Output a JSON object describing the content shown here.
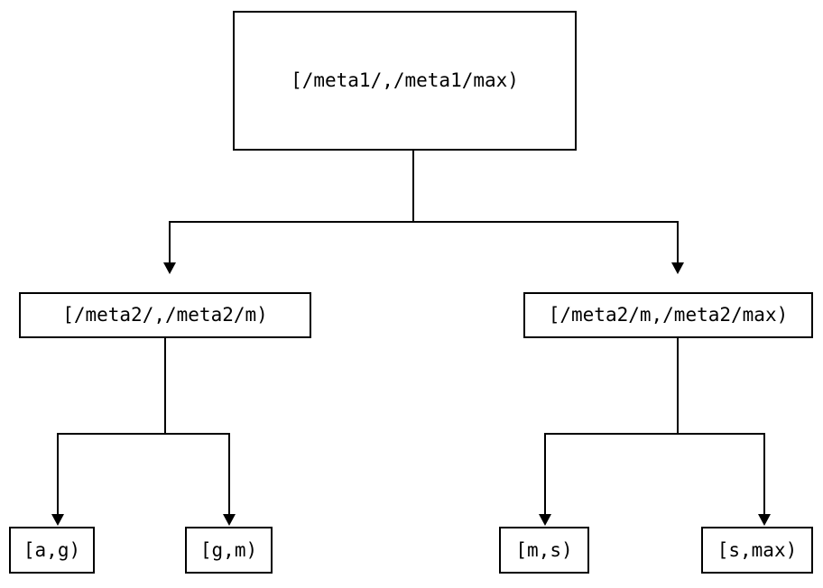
{
  "diagram": {
    "type": "binary-tree",
    "orientation": "top-down",
    "background_color": "#ffffff",
    "line_color": "#000000",
    "text_color": "#000000",
    "nodes": {
      "root": {
        "id": "root",
        "label": "[/meta1/,/meta1/max)",
        "level": 0
      },
      "mid": [
        {
          "id": "mid-left",
          "label": "[/meta2/,/meta2/m)",
          "level": 1
        },
        {
          "id": "mid-right",
          "label": "[/meta2/m,/meta2/max)",
          "level": 1
        }
      ],
      "leaves": [
        {
          "id": "leaf-a-g",
          "label": "[a,g)",
          "level": 2
        },
        {
          "id": "leaf-g-m",
          "label": "[g,m)",
          "level": 2
        },
        {
          "id": "leaf-m-s",
          "label": "[m,s)",
          "level": 2
        },
        {
          "id": "leaf-s-max",
          "label": "[s,max)",
          "level": 2
        }
      ]
    },
    "edges": [
      {
        "from": "root",
        "to": "mid-left",
        "arrow": "down"
      },
      {
        "from": "root",
        "to": "mid-right",
        "arrow": "down"
      },
      {
        "from": "mid-left",
        "to": "leaf-a-g",
        "arrow": "down"
      },
      {
        "from": "mid-left",
        "to": "leaf-g-m",
        "arrow": "down"
      },
      {
        "from": "mid-right",
        "to": "leaf-m-s",
        "arrow": "down"
      },
      {
        "from": "mid-right",
        "to": "leaf-s-max",
        "arrow": "down"
      }
    ]
  }
}
